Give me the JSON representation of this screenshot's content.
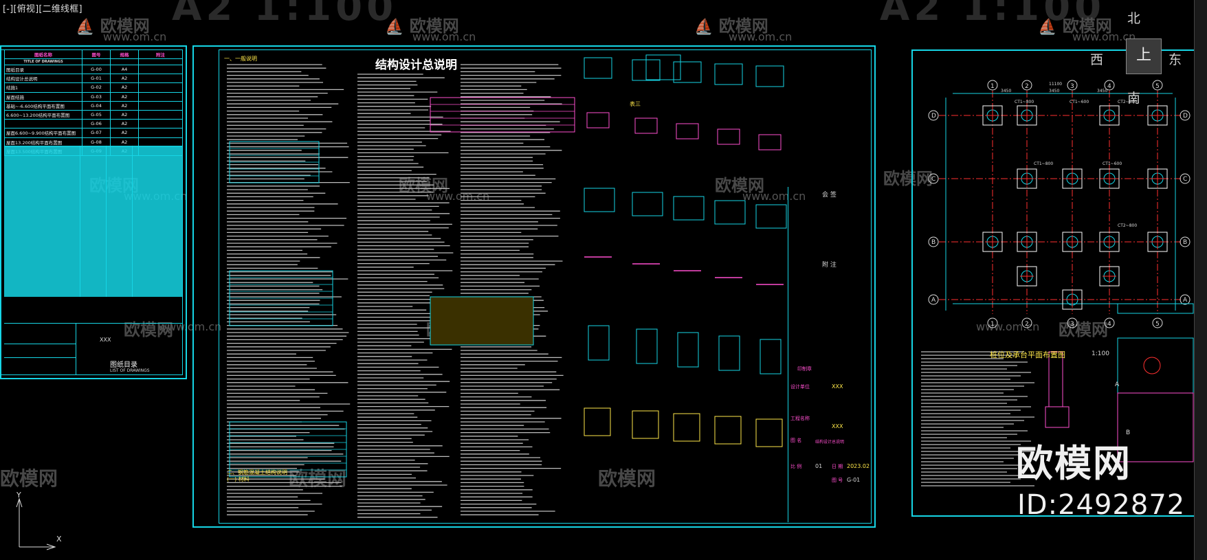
{
  "viewport": {
    "label": "[-][俯视][二维线框]"
  },
  "sheet_ghost_left": "A2  1:100",
  "sheet_ghost_right": "A2  1:100",
  "watermarks": {
    "logo_text": "欧模网",
    "url": "www.om.cn",
    "big_logo": "欧模网",
    "id_text": "ID:2492872"
  },
  "compass": {
    "north": "北",
    "south": "南",
    "east": "东",
    "west": "西",
    "top": "上"
  },
  "drawing_index": {
    "headers": [
      "图纸名称",
      "图号",
      "规格",
      "附注"
    ],
    "header_sub": [
      "TITLE OF DRAWINGS",
      "",
      "",
      ""
    ],
    "rows": [
      [
        "图纸目录",
        "G-00",
        "A4",
        ""
      ],
      [
        "结构设计总说明",
        "G-01",
        "A2",
        ""
      ],
      [
        "结施1",
        "G-02",
        "A2",
        ""
      ],
      [
        "屋面结施",
        "G-03",
        "A2",
        ""
      ],
      [
        "基础~-6.600结构平面布置图",
        "G-04",
        "A2",
        ""
      ],
      [
        "6.600~13.200结构平面布置图",
        "G-05",
        "A2",
        ""
      ],
      [
        "",
        "G-06",
        "A2",
        ""
      ],
      [
        "屋面6.600~9.900结构平面布置图",
        "G-07",
        "A2",
        ""
      ],
      [
        "屋面13.200结构平面布置图",
        "G-08",
        "A2",
        ""
      ],
      [
        "屋面13.500结构平面布置图",
        "G-09",
        "A2",
        ""
      ]
    ],
    "footer_title": "图纸目录",
    "footer_sub": "LIST OF DRAWINGS",
    "footer_xxx": "XXX"
  },
  "general_notes": {
    "title": "结构设计总说明",
    "heading1": "一、一般说明",
    "heading2": "二、钢筋混凝土结构说明",
    "heading3": "(一) 材料",
    "mortar_table_title": "表三"
  },
  "title_block": {
    "header": "会 签",
    "notes": "附 注",
    "design_unit_label": "设计单位",
    "design_unit": "XXX",
    "project_label": "工程名称",
    "project": "XXX",
    "drawing_label": "图 名",
    "drawing_name": "结构设计总说明",
    "scale_label": "比 例",
    "scale": "01",
    "date_label": "日 期",
    "date": "2023.02",
    "sheet_label": "图 号",
    "sheet": "G-01",
    "stamp": "印制章"
  },
  "foundation_plan": {
    "title": "桩位及承台平面布置图",
    "scale": "1:100",
    "axis_cols": [
      "1",
      "2",
      "3",
      "4",
      "5"
    ],
    "axis_rows": [
      "D",
      "C",
      "B",
      "A"
    ],
    "pile_cap_labels": [
      "CT1~800",
      "CT1~600",
      "CT2~800",
      "CT1~800",
      "CT1~600",
      "CT2~800"
    ],
    "dims": [
      "3450",
      "3450",
      "3450",
      "11100",
      "3450"
    ],
    "section_marks": [
      "A",
      "B"
    ]
  }
}
